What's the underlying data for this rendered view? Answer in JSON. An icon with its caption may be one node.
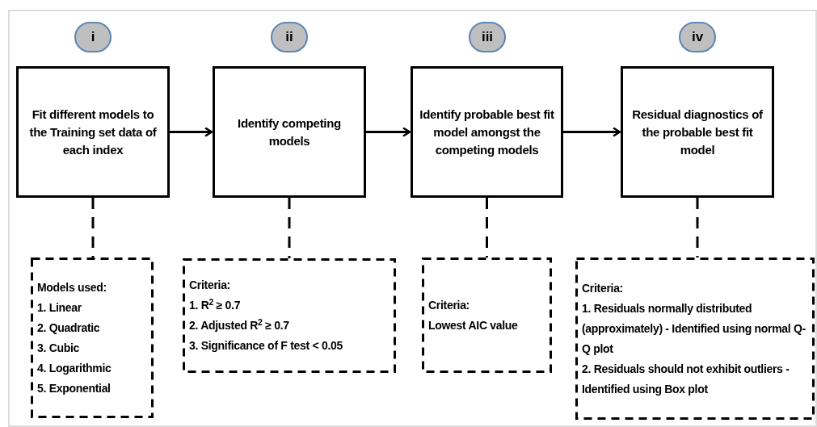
{
  "diagram": {
    "nodes": [
      {
        "text": [
          "i"
        ]
      },
      {
        "text": [
          "ii"
        ]
      },
      {
        "text": [
          "iii"
        ]
      },
      {
        "text": [
          "iv"
        ]
      },
      {
        "text": [
          "Fit different models to the Training set data of each index"
        ]
      },
      {
        "text": [
          "Identify competing models"
        ]
      },
      {
        "text": [
          "Identify probable best fit model amongst the competing models"
        ]
      },
      {
        "text": [
          "Residual diagnostics of the probable best fit model"
        ]
      },
      {
        "text": [
          "Models used:",
          "1. Linear",
          "2. Quadratic",
          "3. Cubic",
          "4. Logarithmic",
          "5. Exponential"
        ]
      },
      {
        "text": [
          "Criteria:",
          "1. R$^{2}$ ≥ 0.7",
          "2. Adjusted R$^{2}$ ≥ 0.7",
          "3. Significance of F test < 0.05"
        ]
      },
      {
        "text": [
          "Criteria:",
          "Lowest AIC value"
        ]
      },
      {
        "text": [
          "Criteria:",
          "1. Residuals normally distributed (approximately) - Identified using normal Q-Q plot",
          "2. Residuals should not exhibit outliers - Identified using Box plot"
        ]
      }
    ],
    "edges": [
      {
        "from": 4,
        "to": 5,
        "arrow": "to"
      },
      {
        "from": 5,
        "to": 6,
        "arrow": "to"
      },
      {
        "from": 6,
        "to": 7,
        "arrow": "to"
      },
      {
        "from": 4,
        "to": 8,
        "arrow": "none",
        "style": "dashed"
      },
      {
        "from": 5,
        "to": 9,
        "arrow": "none",
        "style": "dashed"
      },
      {
        "from": 6,
        "to": 10,
        "arrow": "none",
        "style": "dashed"
      },
      {
        "from": 7,
        "to": 11,
        "arrow": "none",
        "style": "dashed"
      }
    ]
  }
}
